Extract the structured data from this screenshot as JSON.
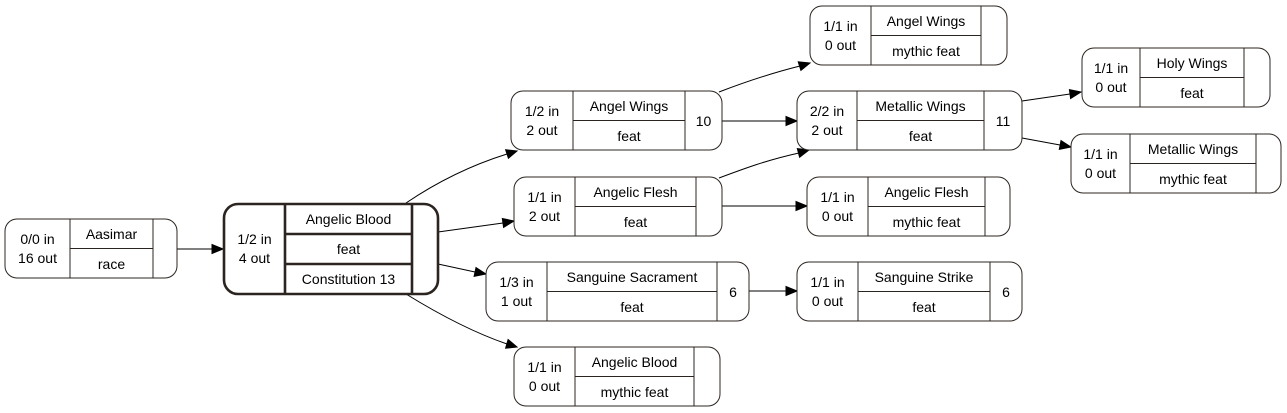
{
  "nodes": {
    "aasimar": {
      "in": "0/0 in",
      "out": "16 out",
      "name": "Aasimar",
      "type": "race",
      "count": ""
    },
    "angelic_blood": {
      "in": "1/2 in",
      "out": "4 out",
      "name": "Angelic Blood",
      "type": "feat",
      "prereq": "Constitution 13",
      "count": ""
    },
    "angel_wings": {
      "in": "1/2 in",
      "out": "2 out",
      "name": "Angel Wings",
      "type": "feat",
      "count": "10"
    },
    "angelic_flesh": {
      "in": "1/1 in",
      "out": "2 out",
      "name": "Angelic Flesh",
      "type": "feat",
      "count": ""
    },
    "sanguine_sacrament": {
      "in": "1/3 in",
      "out": "1 out",
      "name": "Sanguine Sacrament",
      "type": "feat",
      "count": "6"
    },
    "angelic_blood_mythic": {
      "in": "1/1 in",
      "out": "0 out",
      "name": "Angelic Blood",
      "type": "mythic feat",
      "count": ""
    },
    "angel_wings_mythic": {
      "in": "1/1 in",
      "out": "0 out",
      "name": "Angel Wings",
      "type": "mythic feat",
      "count": ""
    },
    "metallic_wings": {
      "in": "2/2 in",
      "out": "2 out",
      "name": "Metallic Wings",
      "type": "feat",
      "count": "11"
    },
    "angelic_flesh_mythic": {
      "in": "1/1 in",
      "out": "0 out",
      "name": "Angelic Flesh",
      "type": "mythic feat",
      "count": ""
    },
    "sanguine_strike": {
      "in": "1/1 in",
      "out": "0 out",
      "name": "Sanguine Strike",
      "type": "feat",
      "count": "6"
    },
    "holy_wings": {
      "in": "1/1 in",
      "out": "0 out",
      "name": "Holy Wings",
      "type": "feat",
      "count": ""
    },
    "metallic_wings_mythic": {
      "in": "1/1 in",
      "out": "0 out",
      "name": "Metallic Wings",
      "type": "mythic feat",
      "count": ""
    }
  },
  "edges": [
    {
      "from": "aasimar",
      "to": "angelic_blood"
    },
    {
      "from": "angelic_blood",
      "to": "angel_wings"
    },
    {
      "from": "angelic_blood",
      "to": "angelic_flesh"
    },
    {
      "from": "angelic_blood",
      "to": "sanguine_sacrament"
    },
    {
      "from": "angelic_blood",
      "to": "angelic_blood_mythic"
    },
    {
      "from": "angel_wings",
      "to": "angel_wings_mythic"
    },
    {
      "from": "angel_wings",
      "to": "metallic_wings"
    },
    {
      "from": "angelic_flesh",
      "to": "metallic_wings"
    },
    {
      "from": "angelic_flesh",
      "to": "angelic_flesh_mythic"
    },
    {
      "from": "sanguine_sacrament",
      "to": "sanguine_strike"
    },
    {
      "from": "metallic_wings",
      "to": "holy_wings"
    },
    {
      "from": "metallic_wings",
      "to": "metallic_wings_mythic"
    }
  ]
}
